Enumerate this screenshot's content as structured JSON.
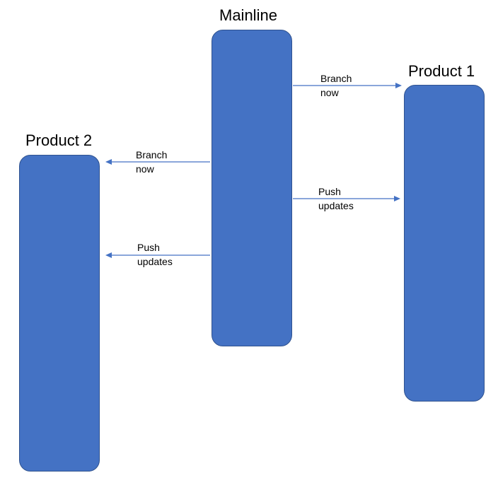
{
  "titles": {
    "mainline": "Mainline",
    "product1": "Product 1",
    "product2": "Product 2"
  },
  "arrows": {
    "to_product1_branch": {
      "line1": "Branch",
      "line2": "now"
    },
    "to_product1_push": {
      "line1": "Push",
      "line2": "updates"
    },
    "to_product2_branch": {
      "line1": "Branch",
      "line2": "now"
    },
    "to_product2_push": {
      "line1": "Push",
      "line2": "updates"
    }
  },
  "colors": {
    "bar_fill": "#4472C4",
    "bar_border": "#2F528F",
    "arrow": "#4472C4"
  }
}
